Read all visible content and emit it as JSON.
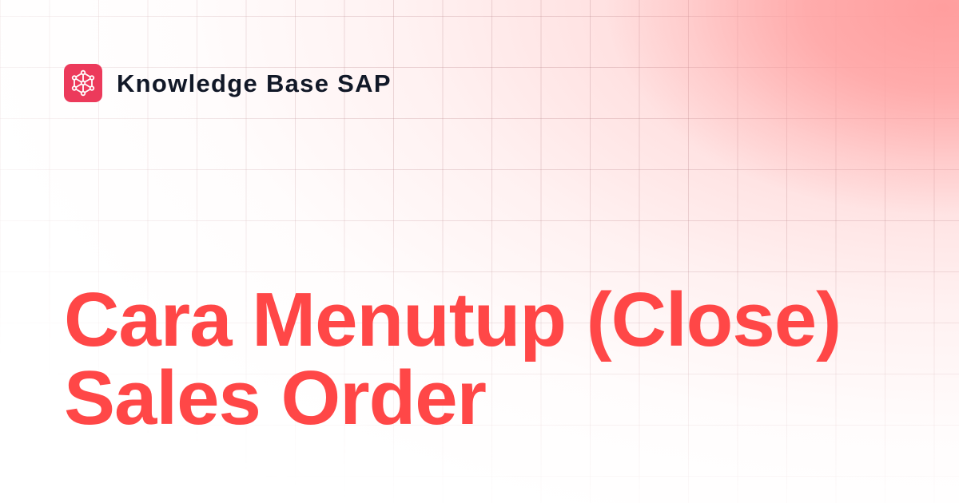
{
  "brand": {
    "logo_icon": "network-cube-icon",
    "name": "Knowledge Base SAP"
  },
  "article": {
    "title_lines": [
      "Cara Menutup (Close)",
      "Sales Order"
    ]
  },
  "colors": {
    "logo_background": "#EC3A5B",
    "brand_text": "#111827",
    "title_text": "#FF4747",
    "glow": "#FF9E9E",
    "background": "#FFFFFF"
  }
}
